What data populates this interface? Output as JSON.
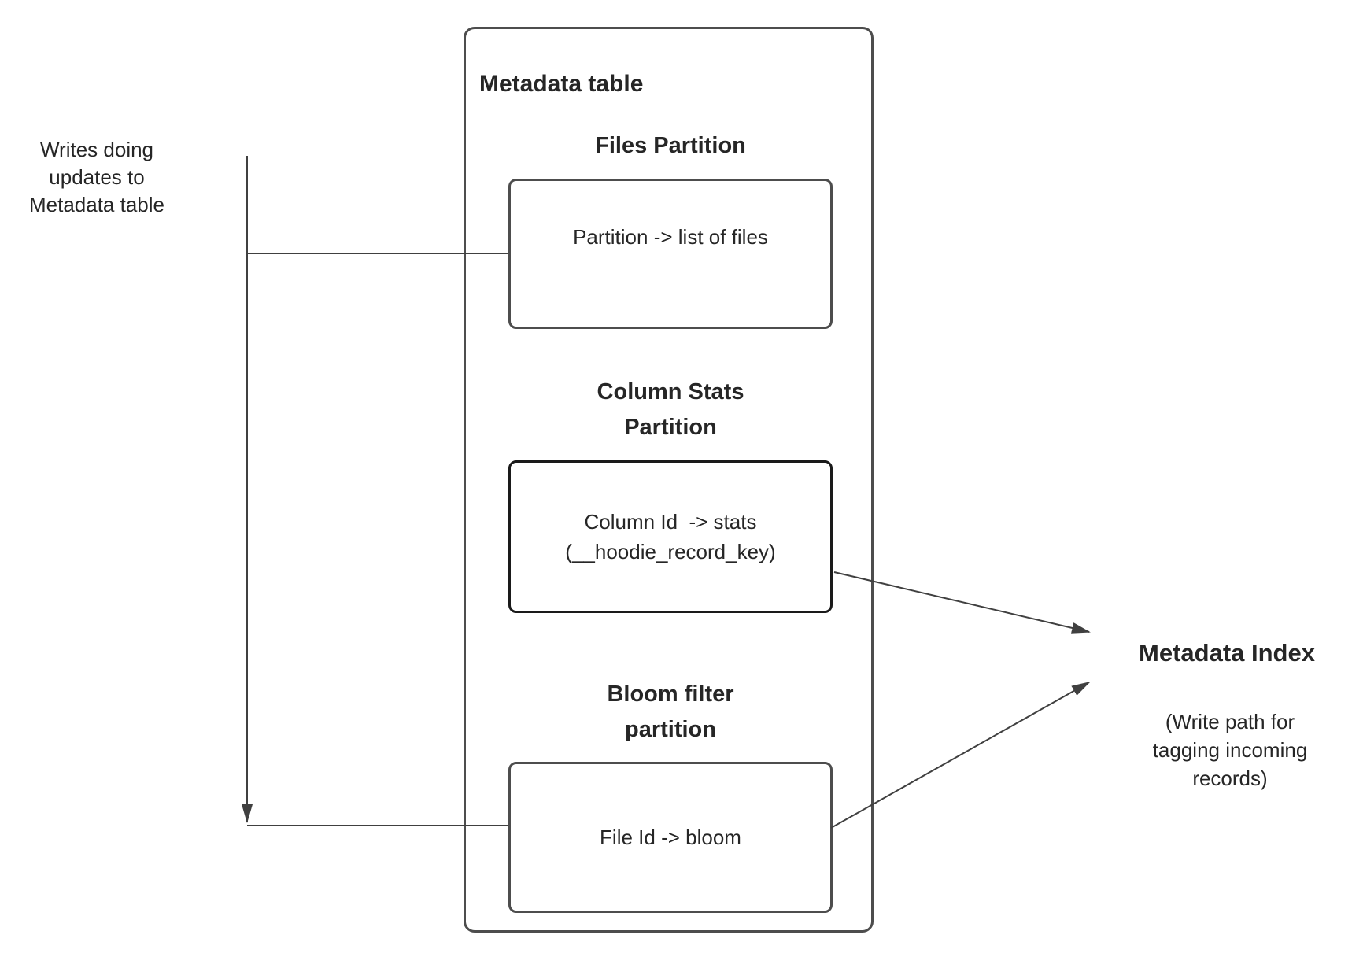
{
  "metadata_table": {
    "title": "Metadata table",
    "partitions": [
      {
        "heading": "Files Partition",
        "box_label": "Partition -> list of files"
      },
      {
        "heading": "Column Stats\nPartition",
        "box_label": "Column Id  -> stats\n(__hoodie_record_key)"
      },
      {
        "heading": "Bloom filter\npartition",
        "box_label": "File Id -> bloom"
      }
    ]
  },
  "writes_note": "Writes doing\nupdates to\nMetadata table",
  "metadata_index": {
    "title": "Metadata Index",
    "subtitle": "(Write path for\ntagging incoming\nrecords)"
  },
  "colors": {
    "background": "#ffffff",
    "line": "#404040",
    "box_border": "#4d4d4d",
    "emphasis_border": "#1a1a1a",
    "text": "#262626"
  }
}
